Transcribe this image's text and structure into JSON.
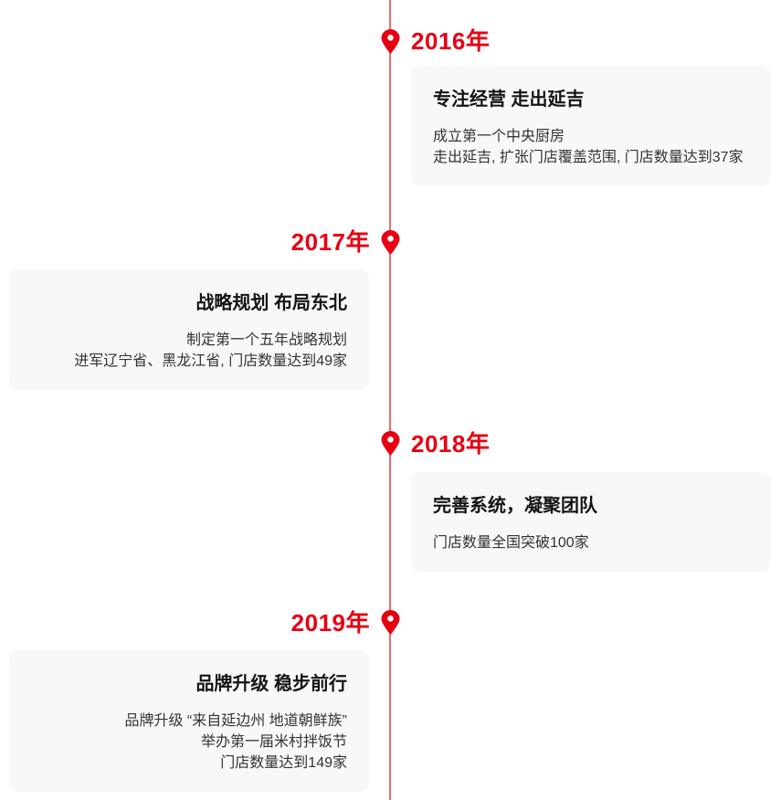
{
  "theme": {
    "accent_red": "#E60012",
    "line_red": "rgba(230,0,18,0.6)",
    "card_background": "#F8F8F6",
    "title_color": "#141414",
    "body_color": "#333333"
  },
  "timeline": {
    "entries": [
      {
        "year": "2016年",
        "side": "right",
        "title": "专注经营 走出延吉",
        "lines": [
          "成立第一个中央厨房",
          "走出延吉, 扩张门店覆盖范围, 门店数量达到37家"
        ]
      },
      {
        "year": "2017年",
        "side": "left",
        "title": "战略规划 布局东北",
        "lines": [
          "制定第一个五年战略规划",
          "进军辽宁省、黑龙江省, 门店数量达到49家"
        ]
      },
      {
        "year": "2018年",
        "side": "right",
        "title": "完善系统，凝聚团队",
        "lines": [
          "门店数量全国突破100家"
        ]
      },
      {
        "year": "2019年",
        "side": "left",
        "title": "品牌升级 稳步前行",
        "lines": [
          "品牌升级 “来自延边州 地道朝鲜族”",
          "举办第一届米村拌饭节",
          "门店数量达到149家"
        ]
      }
    ]
  }
}
